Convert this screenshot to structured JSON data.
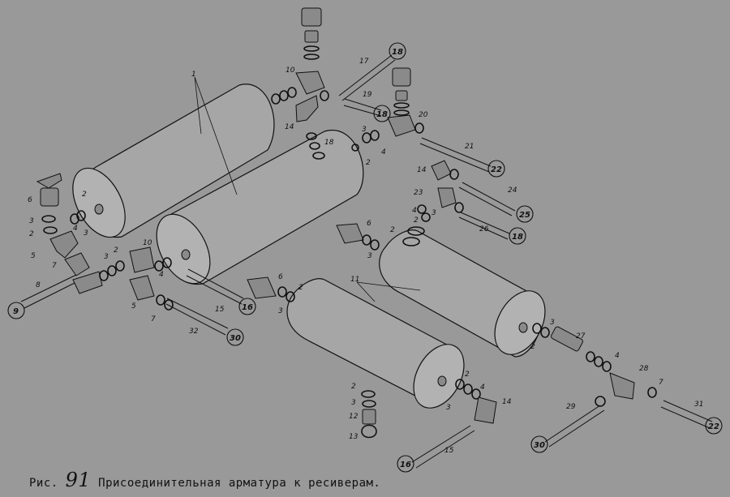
{
  "caption": {
    "prefix": "Рис.",
    "number": "91",
    "title": "Присоединительная арматура к ресиверам."
  },
  "callout_labels": {
    "receiver_1": "1",
    "receiver_11": "11",
    "ring_9": "9",
    "ring_16a": "16",
    "ring_30a": "30",
    "ring_18a": "18",
    "ring_18b": "18",
    "ring_22a": "22",
    "ring_25": "25",
    "ring_18c": "18",
    "ring_16b": "16",
    "ring_30b": "30",
    "ring_22b": "22"
  },
  "part_numbers": [
    "2",
    "3",
    "2",
    "4",
    "3",
    "5",
    "7",
    "6",
    "8",
    "3",
    "2",
    "10",
    "4",
    "5",
    "7",
    "32",
    "15",
    "10",
    "17",
    "19",
    "14",
    "18",
    "20",
    "3",
    "4",
    "2",
    "21",
    "14",
    "23",
    "24",
    "4",
    "2",
    "3",
    "26",
    "6",
    "2",
    "3",
    "6",
    "2",
    "3",
    "27",
    "2",
    "3",
    "4",
    "28",
    "7",
    "29",
    "31",
    "2",
    "3",
    "4",
    "14",
    "2",
    "3",
    "12",
    "13",
    "15"
  ]
}
